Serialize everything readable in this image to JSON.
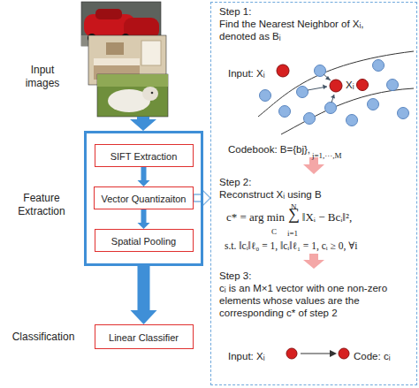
{
  "diagram": {
    "nodes": [
      {
        "text": [
          "Feature Extraction"
        ]
      },
      {
        "text": [
          "SIFT Extraction"
        ],
        "in": 0
      },
      {
        "text": [
          "Vector Quantizaiton"
        ],
        "in": 0
      },
      {
        "text": [
          "Spatial Pooling"
        ],
        "in": 0
      },
      {
        "text": [
          "Linear Classifier"
        ]
      },
      {
        "text": [
          "Step 1:",
          "Find the Nearest Neighbor of Xᵢ, denoted as Bᵢ",
          "Step 2:",
          "Reconstruct Xᵢ using B",
          "Step 3:",
          "cᵢ is an M×1 vector with one non-zero elements whose values are the corresponding c* of step 2"
        ]
      }
    ],
    "edges": [
      {
        "from": 1,
        "to": 2,
        "arrow": "to"
      },
      {
        "from": 2,
        "to": 3,
        "arrow": "to"
      },
      {
        "from": 0,
        "to": 4,
        "arrow": "to"
      },
      {
        "from": 2,
        "to": 5,
        "arrow": "to"
      }
    ],
    "labels": [
      "Input images",
      "Classification",
      "Input: Xᵢ",
      "Xᵢ",
      "Codebook: B={bj},",
      "j=1,···,M",
      "c* = arg min",
      "C",
      "N",
      "∑",
      "i=1",
      "‖Xᵢ − Bcᵢ‖²,",
      "s.t. ‖cᵢ‖ℓ₀ = 1, ‖cᵢ‖ℓ₁ = 1, cᵢ ≥ 0, ∀i",
      "Input: Xᵢ",
      "Code: cᵢ"
    ]
  }
}
